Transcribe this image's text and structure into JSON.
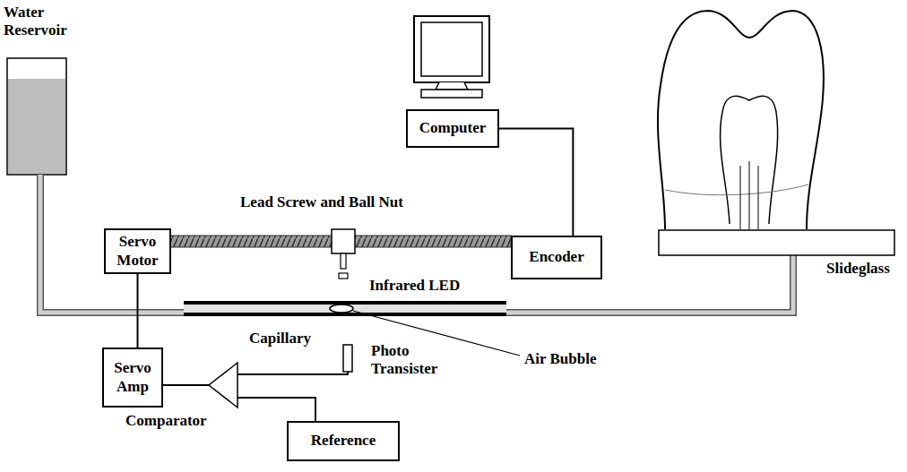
{
  "diagram": {
    "nodes": [
      {
        "text": [
          "Computer"
        ]
      },
      {
        "text": [
          "Servo Motor"
        ]
      },
      {
        "text": [
          "Encoder"
        ]
      },
      {
        "text": [
          "Servo Amp"
        ]
      },
      {
        "text": [
          "Reference"
        ]
      }
    ],
    "edges": [
      {
        "from": 0,
        "to": 2,
        "arrow": "none"
      },
      {
        "from": 1,
        "to": 3,
        "arrow": "none"
      }
    ],
    "labels": [
      "Water Reservoir",
      "Lead Screw and Ball Nut",
      "Infrared LED",
      "Capillary",
      "Photo Transister",
      "Air Bubble",
      "Comparator",
      "Slideglass"
    ]
  }
}
